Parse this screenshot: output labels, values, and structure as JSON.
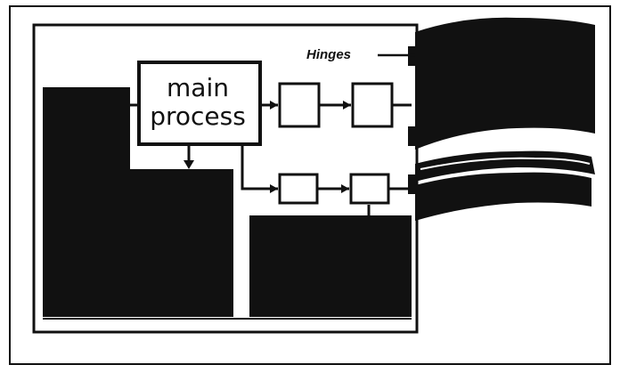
{
  "figure": {
    "main_process_line1": "main",
    "main_process_line2": "process",
    "hinge_label": "Hinges"
  },
  "colors": {
    "ink": "#111111",
    "paper": "#ffffff"
  }
}
